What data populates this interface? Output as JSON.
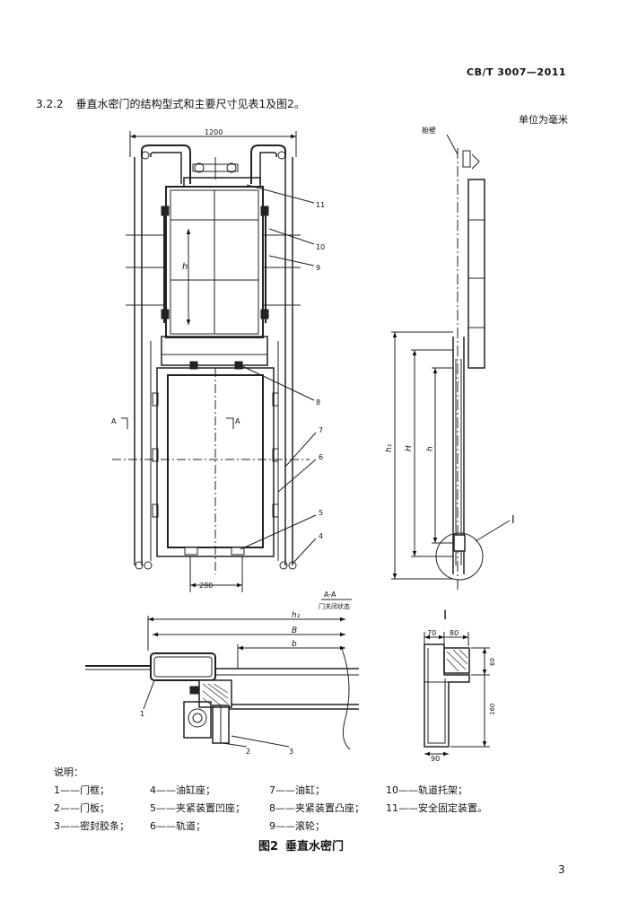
{
  "header": {
    "standard_code": "CB/T 3007—2011"
  },
  "section": {
    "number": "3.2.2",
    "text": "垂直水密门的结构型式和主要尺寸见表1及图2。"
  },
  "unit_note": "单位为毫米",
  "drawing": {
    "front_view": {
      "width_dim": "1200",
      "bottom_dim": "280",
      "h_label": "h",
      "section_mark": "A",
      "callouts": [
        "11",
        "10",
        "9",
        "8",
        "7",
        "6",
        "5",
        "4"
      ]
    },
    "side_view": {
      "bulkhead_label": "舱壁",
      "h1": "h₁",
      "H": "H",
      "h": "h",
      "detail_mark": "I"
    },
    "section_view": {
      "title": "A-A",
      "subtitle": "门关闭状态",
      "h1": "h₁",
      "B": "B",
      "b": "b",
      "callouts": [
        "1",
        "2",
        "3"
      ]
    },
    "detail_view": {
      "title": "I",
      "dim_70": "70",
      "dim_80": "80",
      "dim_60": "60",
      "dim_160": "160",
      "dim_90": "90"
    }
  },
  "legend": {
    "title": "说明：",
    "items": [
      "1——门框；",
      "4——油缸座；",
      "7——油缸；",
      "10——轨道托架；",
      "2——门板；",
      "5——夹紧装置凹座；",
      "8——夹紧装置凸座；",
      "11——安全固定装置。",
      "3——密封胶条；",
      "6——轨道；",
      "9——滚轮；",
      ""
    ]
  },
  "figure": {
    "number": "图2",
    "title": "垂直水密门"
  },
  "page_number": "3"
}
